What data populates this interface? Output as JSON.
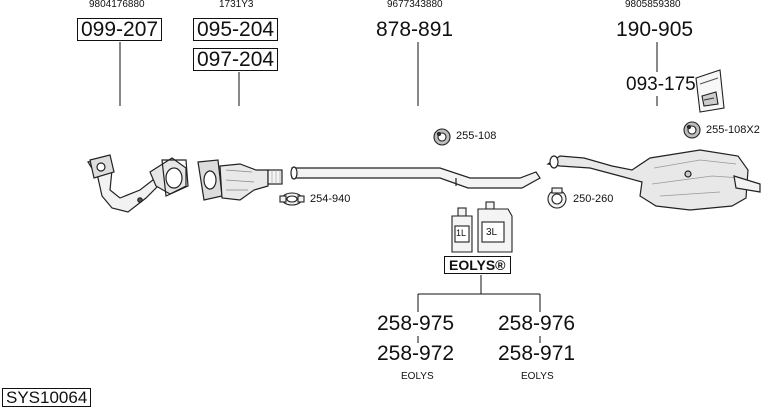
{
  "parts": {
    "p1_oem": "9804176880",
    "p1_code": "099-207",
    "p2_oem": "1731Y3",
    "p2_code_a": "095-204",
    "p2_code_b": "097-204",
    "p3_oem": "9677343880",
    "p3_code": "878-891",
    "p4_oem": "9805859380",
    "p4_code": "190-905",
    "p4_sub": "093-175"
  },
  "hardware": {
    "clamp_254": "254-940",
    "mount_255": "255-108",
    "mount_255x2": "255-108X2",
    "clamp_250": "250-260"
  },
  "additive": {
    "bottle_small": "1L",
    "bottle_large": "3L",
    "label": "EOLYS®",
    "left_a": "258-975",
    "left_b": "258-972",
    "left_sub": "EOLYS",
    "right_a": "258-976",
    "right_b": "258-971",
    "right_sub": "EOLYS"
  },
  "system_id": "SYS10064"
}
